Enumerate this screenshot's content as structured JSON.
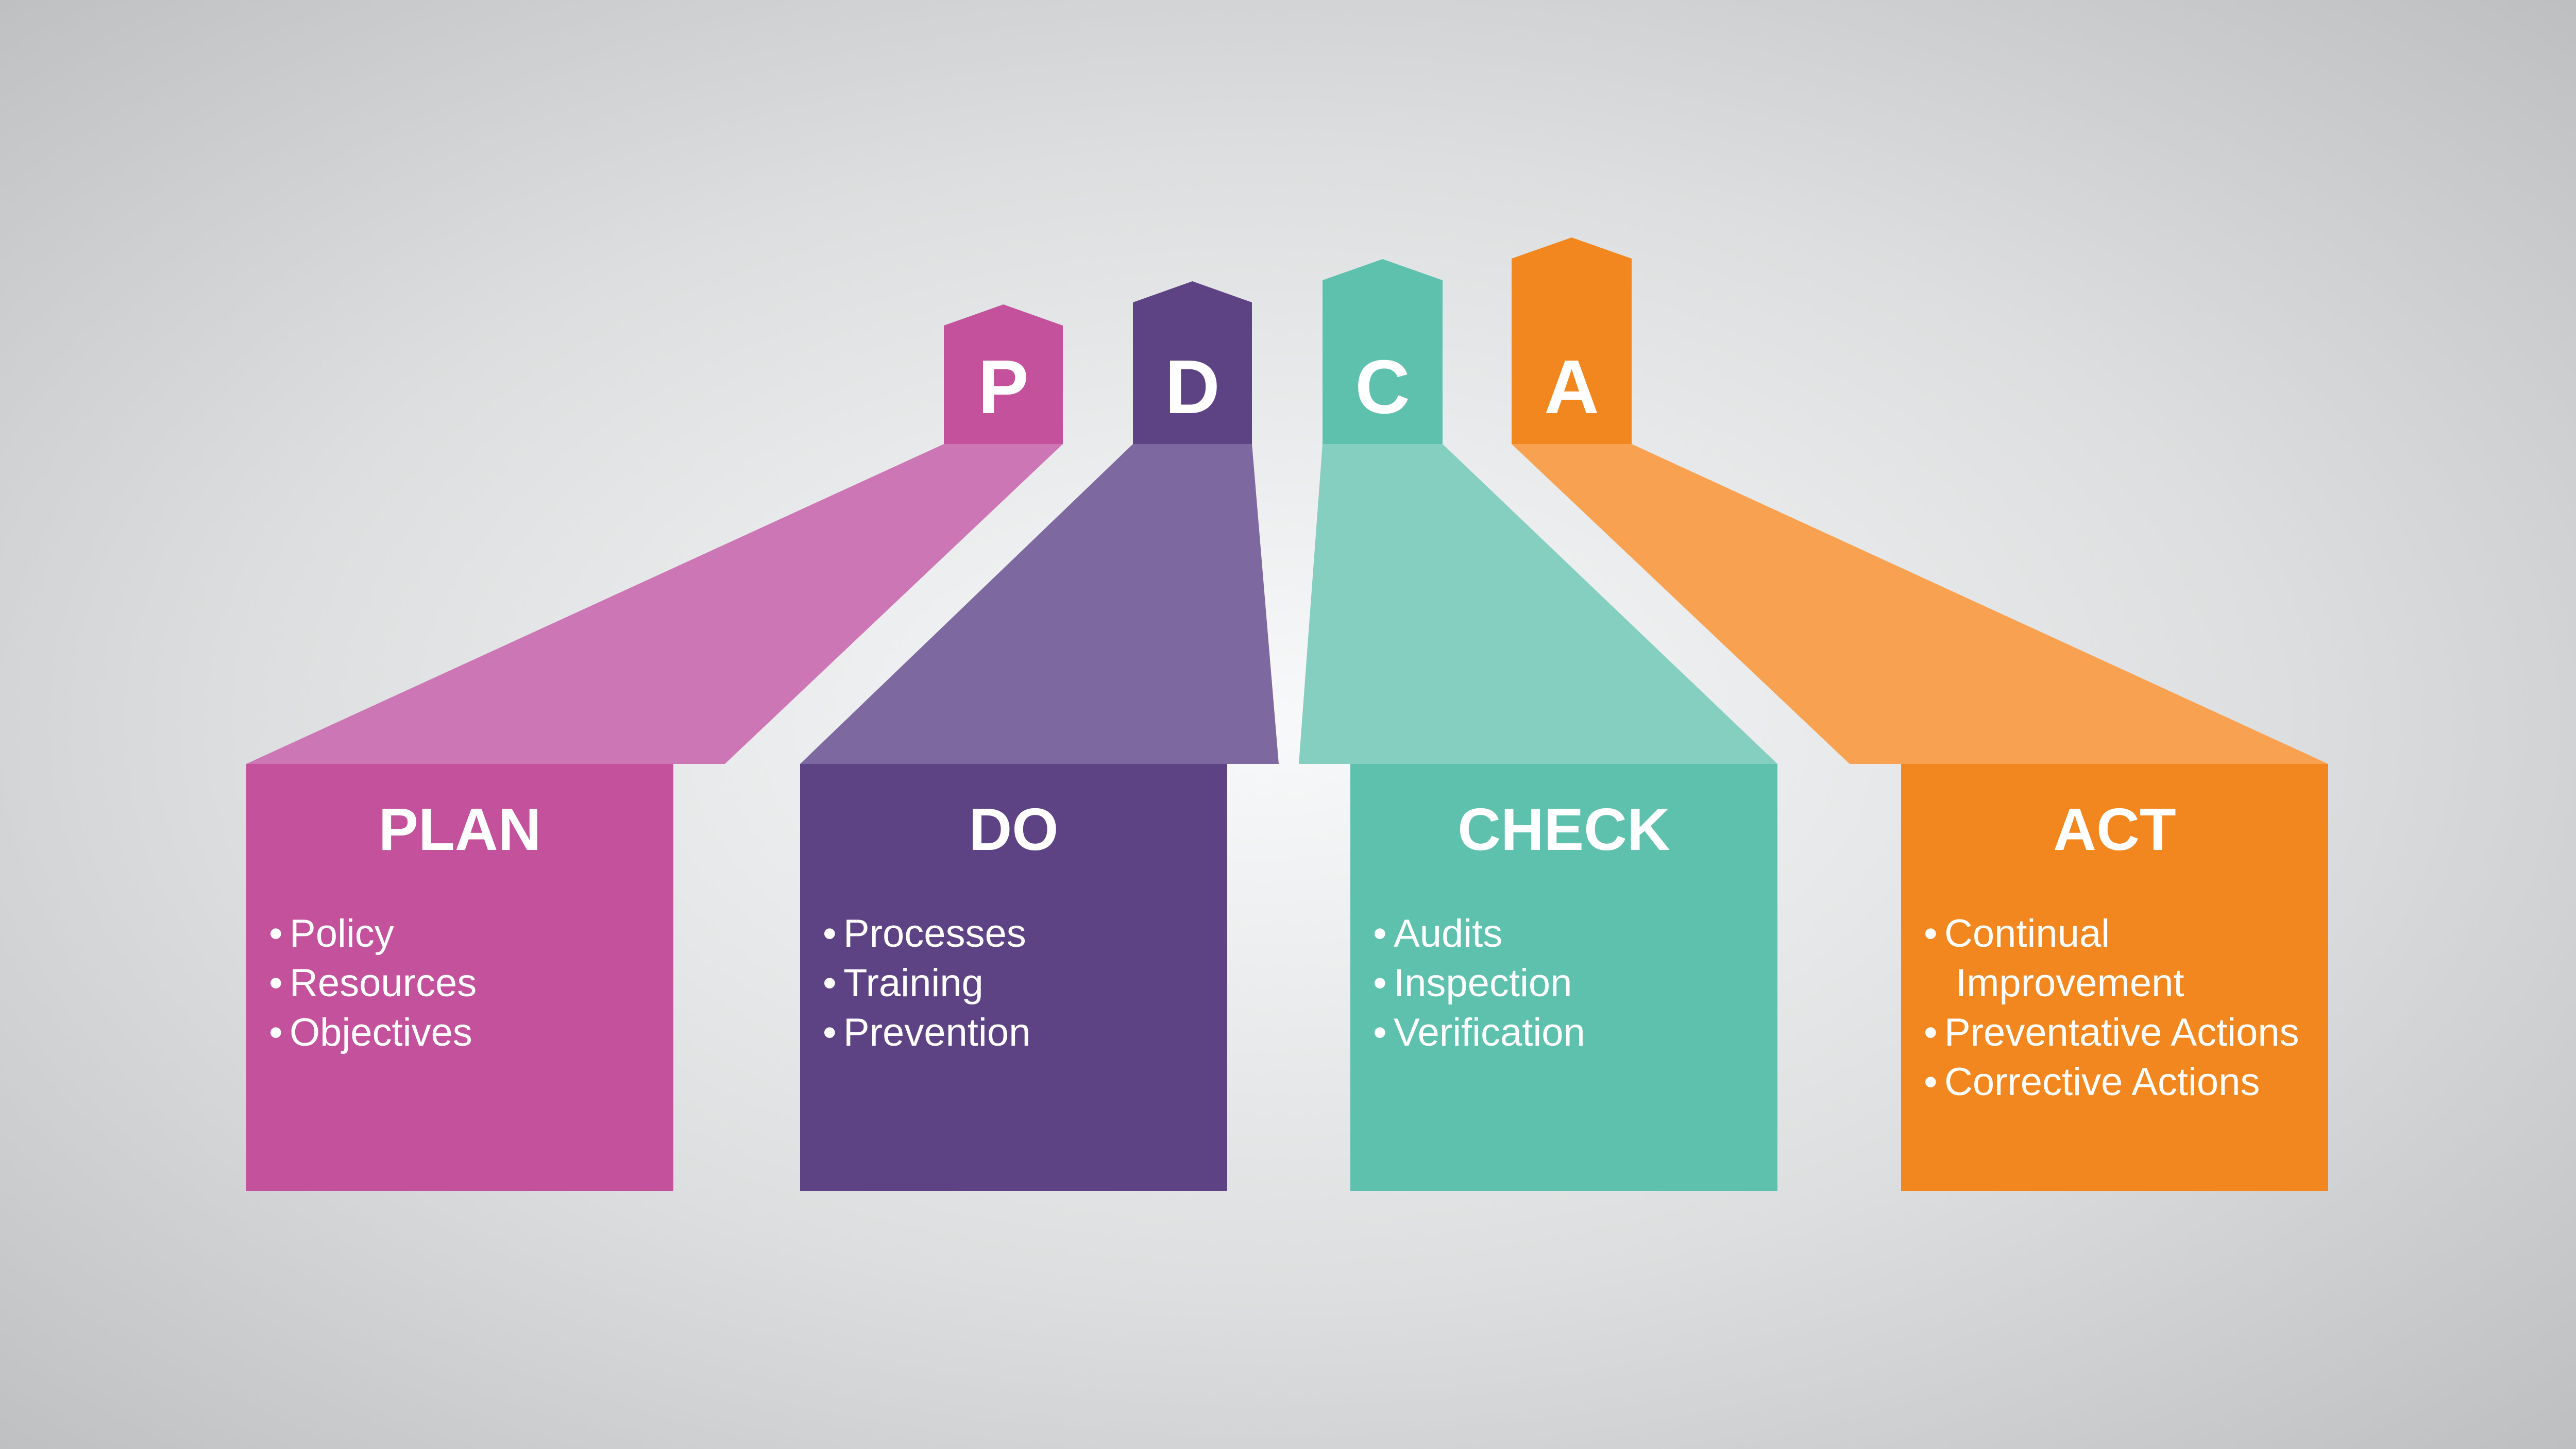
{
  "diagram": {
    "kind": "pdca-process-infographic",
    "background": {
      "center_color": "#f8f9fa",
      "mid_color": "#dcdedf",
      "edge_color": "#bcbec0"
    },
    "text_color": "#ffffff",
    "bullet_char": "•",
    "steps": [
      {
        "id": "plan",
        "letter": "P",
        "title": "PLAN",
        "color": "#c3519c",
        "beam_color": "#cd76b5",
        "lines": [
          "Policy",
          "Resources",
          "Objectives"
        ]
      },
      {
        "id": "do",
        "letter": "D",
        "title": "DO",
        "color": "#5e4384",
        "beam_color": "#7d68a0",
        "lines": [
          "Processes",
          "Training",
          "Prevention"
        ]
      },
      {
        "id": "check",
        "letter": "C",
        "title": "CHECK",
        "color": "#5dc1ae",
        "beam_color": "#84cfc0",
        "lines": [
          "Audits",
          "Inspection",
          "Verification"
        ]
      },
      {
        "id": "act",
        "letter": "A",
        "title": "ACT",
        "color": "#f2871f",
        "beam_color": "#f8a251",
        "lines": [
          "Continual",
          "Improvement",
          "Preventative Actions",
          "Corrective Actions"
        ]
      }
    ]
  }
}
